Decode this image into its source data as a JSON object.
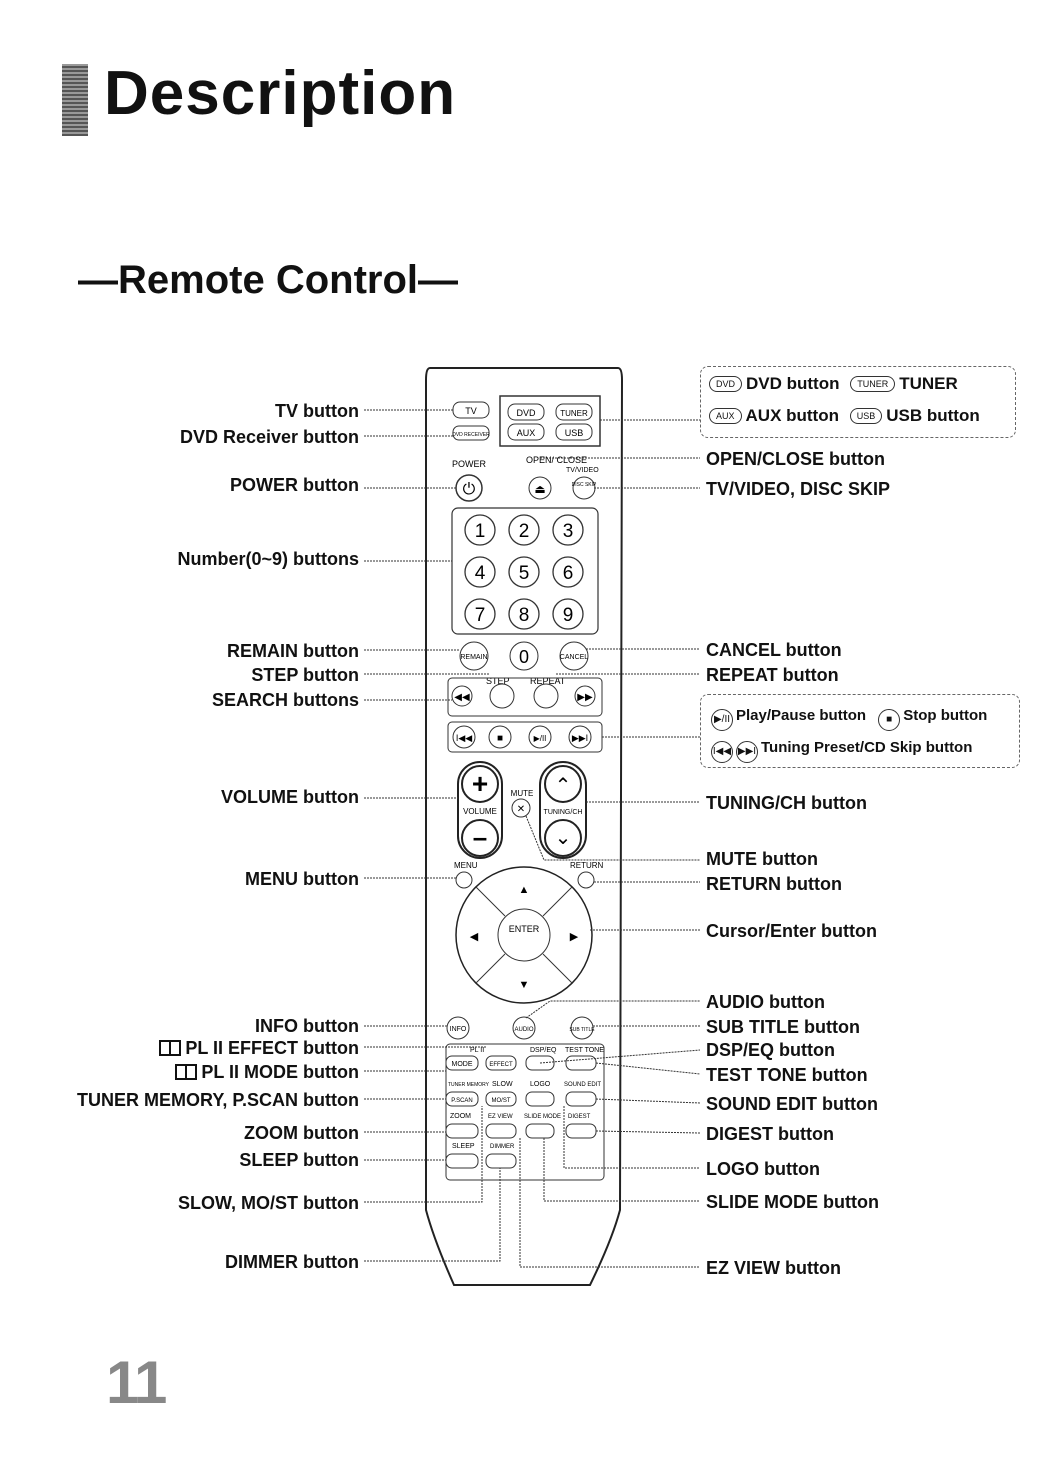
{
  "page": {
    "title": "Description",
    "section_title": "—Remote Control—",
    "page_number": "11"
  },
  "left_labels": [
    "TV button",
    "DVD Receiver button",
    "POWER button",
    "Number(0~9) buttons",
    "REMAIN button",
    "STEP button",
    "SEARCH buttons",
    "VOLUME button",
    "MENU button",
    "INFO button",
    "PL II EFFECT button",
    "PL II MODE button",
    "TUNER MEMORY, P.SCAN button",
    "ZOOM button",
    "SLEEP button",
    "SLOW, MO/ST button",
    "DIMMER button"
  ],
  "right_labels": [
    "OPEN/CLOSE button",
    "TV/VIDEO, DISC SKIP",
    "CANCEL button",
    "REPEAT button",
    "TUNING/CH button",
    "MUTE button",
    "RETURN button",
    "Cursor/Enter button",
    "AUDIO button",
    "SUB TITLE button",
    "DSP/EQ button",
    "TEST TONE button",
    "SOUND EDIT button",
    "DIGEST button",
    "LOGO button",
    "SLIDE MODE button",
    "EZ VIEW button"
  ],
  "mode_box": {
    "dvd_chip": "DVD",
    "dvd_label": "DVD button",
    "tuner_chip": "TUNER",
    "tuner_label": "TUNER",
    "aux_chip": "AUX",
    "aux_label": "AUX button",
    "usb_chip": "USB",
    "usb_label": "USB button"
  },
  "playback_box": {
    "playpause_icon": "▶/II",
    "playpause_label": "Play/Pause button",
    "stop_icon": "■",
    "stop_label": "Stop button",
    "prev_icon": "I◀◀",
    "next_icon": "▶▶I",
    "tuning_label": "Tuning Preset/CD Skip button"
  },
  "remote": {
    "tv": "TV",
    "dvd": "DVD",
    "tuner": "TUNER",
    "dvd_receiver": "DVD RECEIVER",
    "aux": "AUX",
    "usb": "USB",
    "power": "POWER",
    "open_close": "OPEN/ CLOSE",
    "tv_video": "TV/VIDEO",
    "disc_skip": "DISC SKIP",
    "numbers": [
      "1",
      "2",
      "3",
      "4",
      "5",
      "6",
      "7",
      "8",
      "9",
      "0"
    ],
    "remain": "REMAIN",
    "cancel": "CANCEL",
    "step": "STEP",
    "repeat": "REPEAT",
    "volume": "VOLUME",
    "mute": "MUTE",
    "tuning_ch": "TUNING/CH",
    "menu": "MENU",
    "return": "RETURN",
    "enter": "ENTER",
    "info": "INFO",
    "audio": "AUDIO",
    "sub_title": "SUB TITLE",
    "pl2": "PL II",
    "dsp_eq": "DSP/EQ",
    "test_tone": "TEST TONE",
    "mode": "MODE",
    "effect": "EFFECT",
    "tuner_memory": "TUNER MEMORY",
    "slow": "SLOW",
    "logo": "LOGO",
    "sound_edit": "SOUND EDIT",
    "pscan": "P.SCAN",
    "most": "MO/ST",
    "zoom": "ZOOM",
    "ez_view": "EZ VIEW",
    "slide_mode": "SLIDE MODE",
    "digest": "DIGEST",
    "sleep": "SLEEP",
    "dimmer": "DIMMER"
  }
}
